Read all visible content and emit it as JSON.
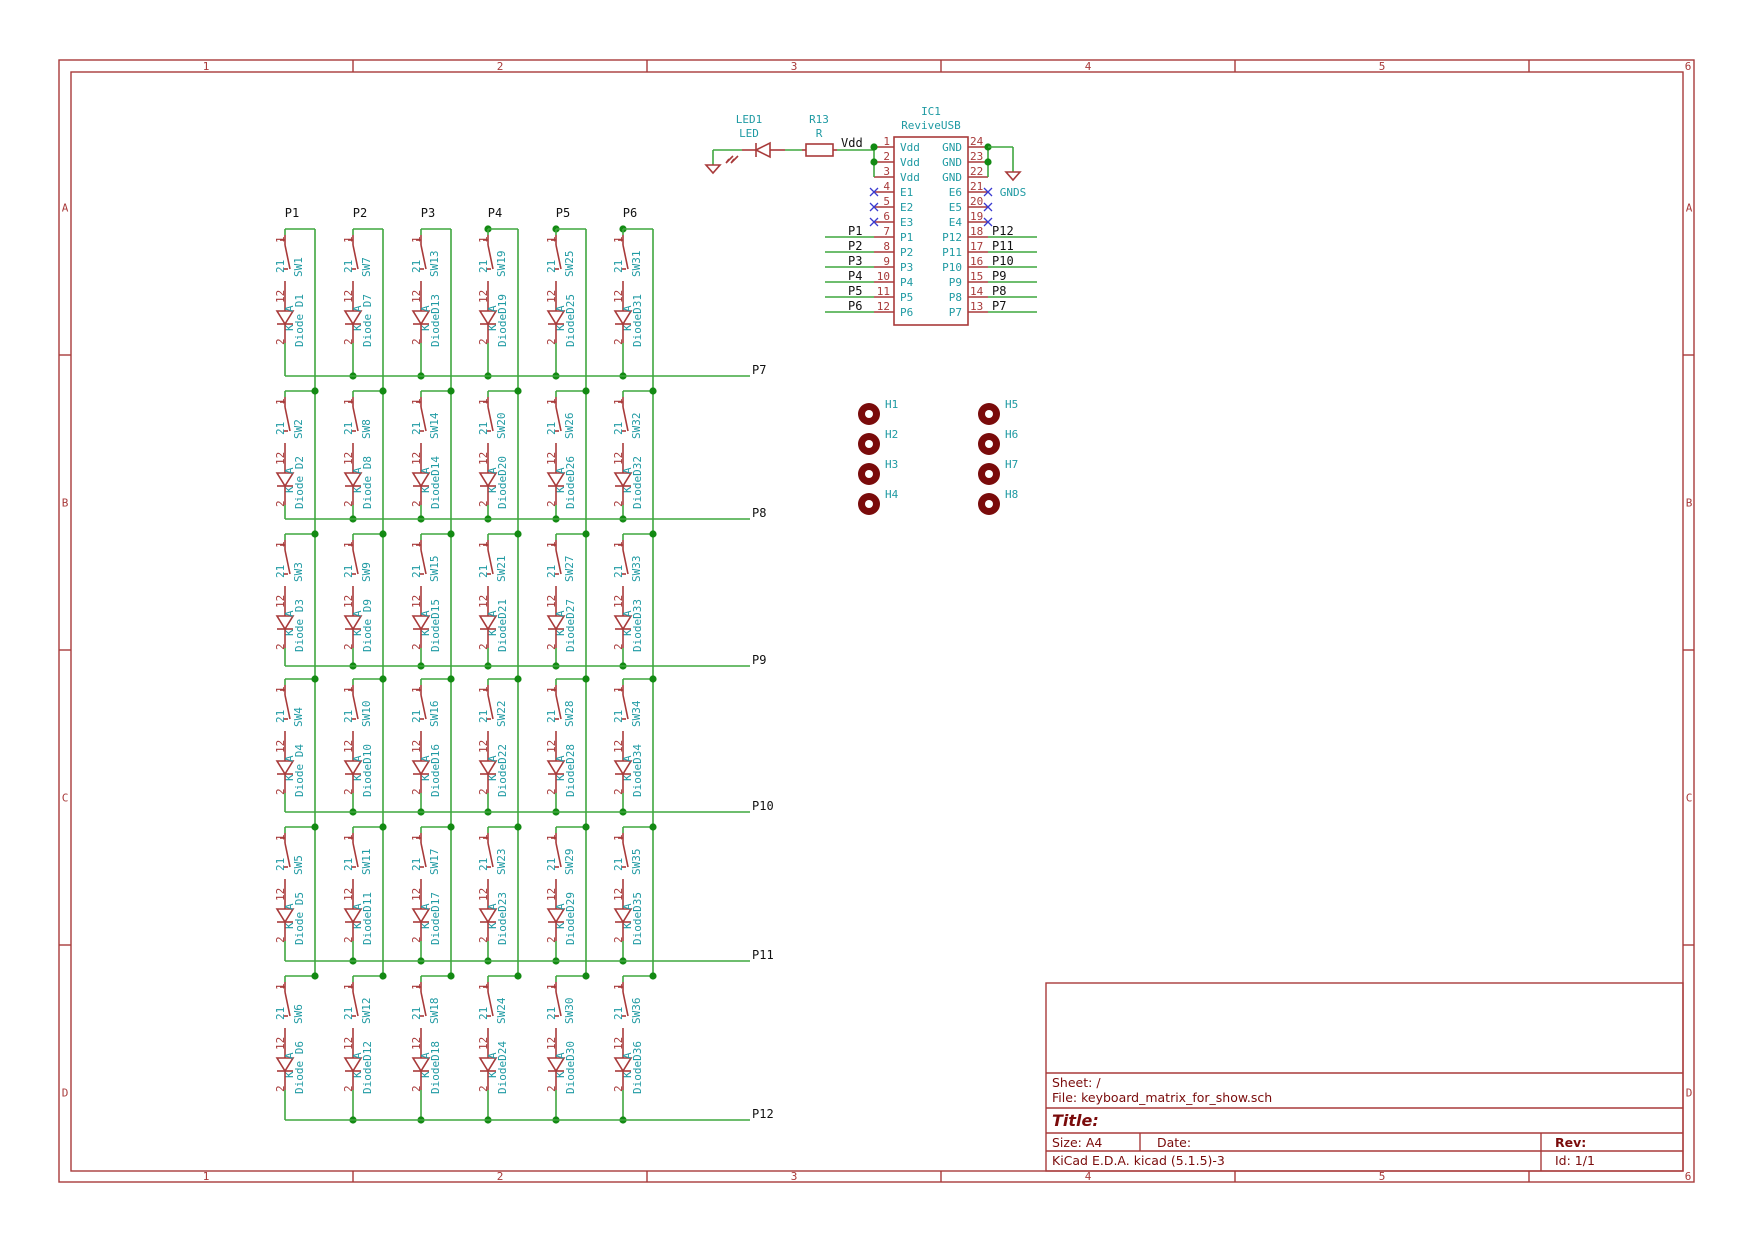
{
  "schematic": {
    "column_nets": [
      "P1",
      "P2",
      "P3",
      "P4",
      "P5",
      "P6"
    ],
    "row_nets": [
      "P7",
      "P8",
      "P9",
      "P10",
      "P11",
      "P12"
    ],
    "matrix": {
      "switch_pin_top": "1",
      "switch_pin_bottom": "21",
      "diode_pin_top": "12",
      "diode_anode": "A",
      "diode_cathode": "K",
      "diode_pin_bottom": "2",
      "diode_value": "Diode",
      "columns_with_top_junction": [
        false,
        false,
        false,
        true,
        true,
        true
      ]
    },
    "switches": [
      [
        "SW1",
        "SW2",
        "SW3",
        "SW4",
        "SW5",
        "SW6"
      ],
      [
        "SW7",
        "SW8",
        "SW9",
        "SW10",
        "SW11",
        "SW12"
      ],
      [
        "SW13",
        "SW14",
        "SW15",
        "SW16",
        "SW17",
        "SW18"
      ],
      [
        "SW19",
        "SW20",
        "SW21",
        "SW22",
        "SW23",
        "SW24"
      ],
      [
        "SW25",
        "SW26",
        "SW27",
        "SW28",
        "SW29",
        "SW30"
      ],
      [
        "SW31",
        "SW32",
        "SW33",
        "SW34",
        "SW35",
        "SW36"
      ]
    ],
    "diodes": [
      [
        "D1",
        "D2",
        "D3",
        "D4",
        "D5",
        "D6"
      ],
      [
        "D7",
        "D8",
        "D9",
        "D10",
        "D11",
        "D12"
      ],
      [
        "D13",
        "D14",
        "D15",
        "D16",
        "D17",
        "D18"
      ],
      [
        "D19",
        "D20",
        "D21",
        "D22",
        "D23",
        "D24"
      ],
      [
        "D25",
        "D26",
        "D27",
        "D28",
        "D29",
        "D30"
      ],
      [
        "D31",
        "D32",
        "D33",
        "D34",
        "D35",
        "D36"
      ]
    ],
    "ic": {
      "ref": "IC1",
      "value": "ReviveUSB",
      "left_pins": [
        {
          "num": "1",
          "name": "Vdd",
          "net": ""
        },
        {
          "num": "2",
          "name": "Vdd",
          "net": ""
        },
        {
          "num": "3",
          "name": "Vdd",
          "net": ""
        },
        {
          "num": "4",
          "name": "E1",
          "net": "",
          "nc": true
        },
        {
          "num": "5",
          "name": "E2",
          "net": "",
          "nc": true
        },
        {
          "num": "6",
          "name": "E3",
          "net": "",
          "nc": true
        },
        {
          "num": "7",
          "name": "P1",
          "net": "P1"
        },
        {
          "num": "8",
          "name": "P2",
          "net": "P2"
        },
        {
          "num": "9",
          "name": "P3",
          "net": "P3"
        },
        {
          "num": "10",
          "name": "P4",
          "net": "P4"
        },
        {
          "num": "11",
          "name": "P5",
          "net": "P5"
        },
        {
          "num": "12",
          "name": "P6",
          "net": "P6"
        }
      ],
      "right_pins": [
        {
          "num": "24",
          "name": "GND",
          "net": ""
        },
        {
          "num": "23",
          "name": "GND",
          "net": ""
        },
        {
          "num": "22",
          "name": "GND",
          "net": ""
        },
        {
          "num": "21",
          "name": "E6",
          "net": "",
          "nc": true
        },
        {
          "num": "20",
          "name": "E5",
          "net": "",
          "nc": true
        },
        {
          "num": "19",
          "name": "E4",
          "net": "",
          "nc": true
        },
        {
          "num": "18",
          "name": "P12",
          "net": "P12"
        },
        {
          "num": "17",
          "name": "P11",
          "net": "P11"
        },
        {
          "num": "16",
          "name": "P10",
          "net": "P10"
        },
        {
          "num": "15",
          "name": "P9",
          "net": "P9"
        },
        {
          "num": "14",
          "name": "P8",
          "net": "P8"
        },
        {
          "num": "13",
          "name": "P7",
          "net": "P7"
        }
      ]
    },
    "led": {
      "ref": "LED1",
      "value": "LED"
    },
    "resistor": {
      "ref": "R13",
      "value": "R"
    },
    "vdd_net": "Vdd",
    "gnd_symbol": "GNDS",
    "mounting_holes": [
      "H1",
      "H2",
      "H3",
      "H4",
      "H5",
      "H6",
      "H7",
      "H8"
    ]
  },
  "frame": {
    "column_labels": [
      "1",
      "2",
      "3",
      "4",
      "5",
      "6"
    ],
    "row_labels": [
      "A",
      "B",
      "C",
      "D"
    ]
  },
  "title_block": {
    "sheet": "Sheet: /",
    "file": "File: keyboard_matrix_for_show.sch",
    "title": "Title:",
    "size": "Size: A4",
    "date": "Date:",
    "rev": "Rev:",
    "tool": "KiCad E.D.A.  kicad (5.1.5)-3",
    "id": "Id: 1/1"
  }
}
